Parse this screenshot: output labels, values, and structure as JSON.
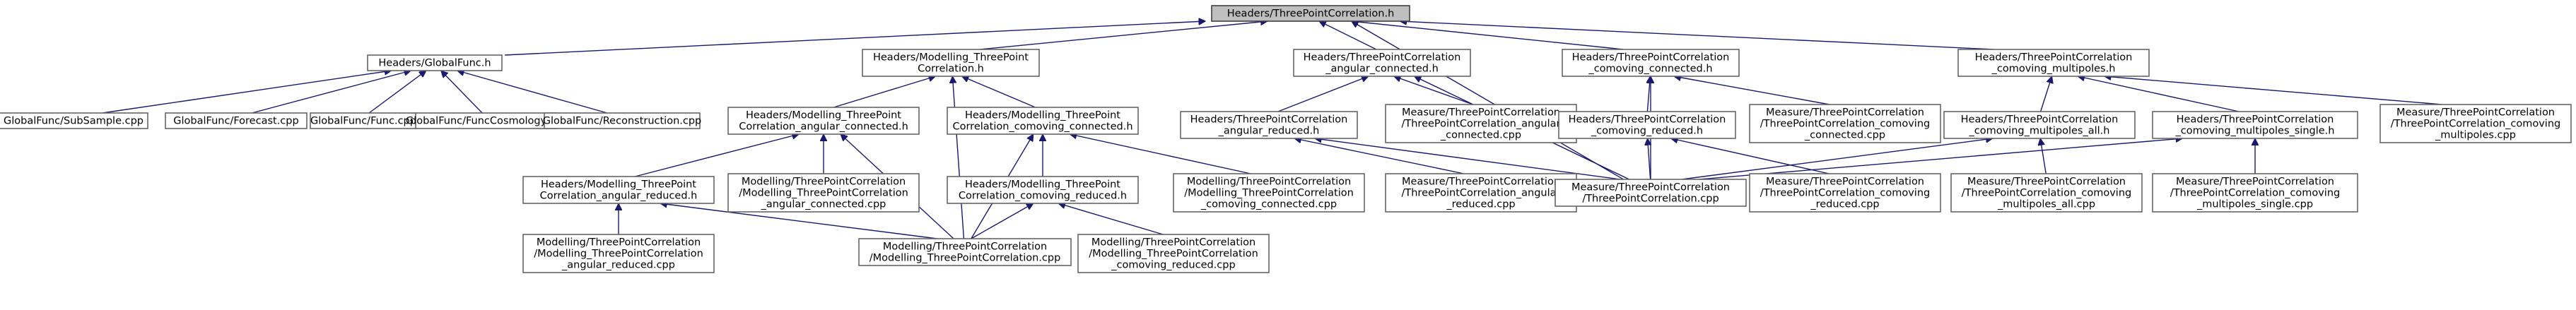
{
  "graph": {
    "colors": {
      "edge": "#191970",
      "node_border": "#666666",
      "root_fill": "#bfbfbf",
      "node_fill": "#ffffff"
    },
    "nodes": [
      {
        "id": "root",
        "lines": [
          "Headers/ThreePointCorrelation.h"
        ],
        "root": true
      },
      {
        "id": "globalfunc",
        "lines": [
          "Headers/GlobalFunc.h"
        ]
      },
      {
        "id": "mod3pc_h",
        "lines": [
          "Headers/Modelling_ThreePoint",
          "Correlation.h"
        ]
      },
      {
        "id": "ang_conn_h",
        "lines": [
          "Headers/ThreePointCorrelation",
          "_angular_connected.h"
        ]
      },
      {
        "id": "com_conn_h",
        "lines": [
          "Headers/ThreePointCorrelation",
          "_comoving_connected.h"
        ]
      },
      {
        "id": "com_mult_h",
        "lines": [
          "Headers/ThreePointCorrelation",
          "_comoving_multipoles.h"
        ]
      },
      {
        "id": "subsample_cpp",
        "lines": [
          "GlobalFunc/SubSample.cpp"
        ]
      },
      {
        "id": "forecast_cpp",
        "lines": [
          "GlobalFunc/Forecast.cpp"
        ]
      },
      {
        "id": "func_cpp",
        "lines": [
          "GlobalFunc/Func.cpp"
        ]
      },
      {
        "id": "funccosmo_cpp",
        "lines": [
          "GlobalFunc/FuncCosmology.cpp"
        ]
      },
      {
        "id": "recon_cpp",
        "lines": [
          "GlobalFunc/Reconstruction.cpp"
        ]
      },
      {
        "id": "mod_ang_conn_h",
        "lines": [
          "Headers/Modelling_ThreePoint",
          "Correlation_angular_connected.h"
        ]
      },
      {
        "id": "mod_com_conn_h",
        "lines": [
          "Headers/Modelling_ThreePoint",
          "Correlation_comoving_connected.h"
        ]
      },
      {
        "id": "ang_red_h",
        "lines": [
          "Headers/ThreePointCorrelation",
          "_angular_reduced.h"
        ]
      },
      {
        "id": "meas_ang_conn_cpp",
        "lines": [
          "Measure/ThreePointCorrelation",
          "/ThreePointCorrelation_angular",
          "_connected.cpp"
        ]
      },
      {
        "id": "com_red_h",
        "lines": [
          "Headers/ThreePointCorrelation",
          "_comoving_reduced.h"
        ]
      },
      {
        "id": "meas_com_conn_cpp",
        "lines": [
          "Measure/ThreePointCorrelation",
          "/ThreePointCorrelation_comoving",
          "_connected.cpp"
        ]
      },
      {
        "id": "com_mult_all_h",
        "lines": [
          "Headers/ThreePointCorrelation",
          "_comoving_multipoles_all.h"
        ]
      },
      {
        "id": "com_mult_single_h",
        "lines": [
          "Headers/ThreePointCorrelation",
          "_comoving_multipoles_single.h"
        ]
      },
      {
        "id": "meas_com_mult_cpp",
        "lines": [
          "Measure/ThreePointCorrelation",
          "/ThreePointCorrelation_comoving",
          "_multipoles.cpp"
        ]
      },
      {
        "id": "mod_ang_red_h",
        "lines": [
          "Headers/Modelling_ThreePoint",
          "Correlation_angular_reduced.h"
        ]
      },
      {
        "id": "mod_ang_conn_cpp",
        "lines": [
          "Modelling/ThreePointCorrelation",
          "/Modelling_ThreePointCorrelation",
          "_angular_connected.cpp"
        ]
      },
      {
        "id": "mod_com_red_h",
        "lines": [
          "Headers/Modelling_ThreePoint",
          "Correlation_comoving_reduced.h"
        ]
      },
      {
        "id": "mod_com_conn_cpp",
        "lines": [
          "Modelling/ThreePointCorrelation",
          "/Modelling_ThreePointCorrelation",
          "_comoving_connected.cpp"
        ]
      },
      {
        "id": "meas_ang_red_cpp",
        "lines": [
          "Measure/ThreePointCorrelation",
          "/ThreePointCorrelation_angular",
          "_reduced.cpp"
        ]
      },
      {
        "id": "meas_3pc_cpp",
        "lines": [
          "Measure/ThreePointCorrelation",
          "/ThreePointCorrelation.cpp"
        ]
      },
      {
        "id": "meas_com_red_cpp",
        "lines": [
          "Measure/ThreePointCorrelation",
          "/ThreePointCorrelation_comoving",
          "_reduced.cpp"
        ]
      },
      {
        "id": "meas_com_mult_all_cpp",
        "lines": [
          "Measure/ThreePointCorrelation",
          "/ThreePointCorrelation_comoving",
          "_multipoles_all.cpp"
        ]
      },
      {
        "id": "meas_com_mult_single_cpp",
        "lines": [
          "Measure/ThreePointCorrelation",
          "/ThreePointCorrelation_comoving",
          "_multipoles_single.cpp"
        ]
      },
      {
        "id": "mod_ang_red_cpp",
        "lines": [
          "Modelling/ThreePointCorrelation",
          "/Modelling_ThreePointCorrelation",
          "_angular_reduced.cpp"
        ]
      },
      {
        "id": "mod_3pc_cpp",
        "lines": [
          "Modelling/ThreePointCorrelation",
          "/Modelling_ThreePointCorrelation.cpp"
        ]
      },
      {
        "id": "mod_com_red_cpp",
        "lines": [
          "Modelling/ThreePointCorrelation",
          "/Modelling_ThreePointCorrelation",
          "_comoving_reduced.cpp"
        ]
      }
    ],
    "edges": [
      [
        "root",
        "globalfunc"
      ],
      [
        "root",
        "mod3pc_h"
      ],
      [
        "root",
        "ang_conn_h"
      ],
      [
        "root",
        "com_conn_h"
      ],
      [
        "root",
        "com_mult_h"
      ],
      [
        "root",
        "meas_3pc_cpp"
      ],
      [
        "globalfunc",
        "subsample_cpp"
      ],
      [
        "globalfunc",
        "forecast_cpp"
      ],
      [
        "globalfunc",
        "func_cpp"
      ],
      [
        "globalfunc",
        "funccosmo_cpp"
      ],
      [
        "globalfunc",
        "recon_cpp"
      ],
      [
        "mod3pc_h",
        "mod_ang_conn_h"
      ],
      [
        "mod3pc_h",
        "mod_com_conn_h"
      ],
      [
        "mod3pc_h",
        "mod_3pc_cpp"
      ],
      [
        "ang_conn_h",
        "ang_red_h"
      ],
      [
        "ang_conn_h",
        "meas_ang_conn_cpp"
      ],
      [
        "ang_conn_h",
        "meas_3pc_cpp"
      ],
      [
        "com_conn_h",
        "com_red_h"
      ],
      [
        "com_conn_h",
        "meas_com_conn_cpp"
      ],
      [
        "com_conn_h",
        "meas_3pc_cpp"
      ],
      [
        "com_mult_h",
        "com_mult_all_h"
      ],
      [
        "com_mult_h",
        "com_mult_single_h"
      ],
      [
        "com_mult_h",
        "meas_com_mult_cpp"
      ],
      [
        "mod_ang_conn_h",
        "mod_ang_red_h"
      ],
      [
        "mod_ang_conn_h",
        "mod_ang_conn_cpp"
      ],
      [
        "mod_ang_conn_h",
        "mod_3pc_cpp"
      ],
      [
        "mod_com_conn_h",
        "mod_com_red_h"
      ],
      [
        "mod_com_conn_h",
        "mod_com_conn_cpp"
      ],
      [
        "mod_com_conn_h",
        "mod_3pc_cpp"
      ],
      [
        "ang_red_h",
        "meas_ang_red_cpp"
      ],
      [
        "ang_red_h",
        "meas_3pc_cpp"
      ],
      [
        "com_red_h",
        "meas_3pc_cpp"
      ],
      [
        "com_red_h",
        "meas_com_red_cpp"
      ],
      [
        "com_mult_all_h",
        "meas_3pc_cpp"
      ],
      [
        "com_mult_all_h",
        "meas_com_mult_all_cpp"
      ],
      [
        "com_mult_single_h",
        "meas_3pc_cpp"
      ],
      [
        "com_mult_single_h",
        "meas_com_mult_single_cpp"
      ],
      [
        "mod_ang_red_h",
        "mod_ang_red_cpp"
      ],
      [
        "mod_ang_red_h",
        "mod_3pc_cpp"
      ],
      [
        "mod_com_red_h",
        "mod_3pc_cpp"
      ],
      [
        "mod_com_red_h",
        "mod_com_red_cpp"
      ]
    ]
  }
}
